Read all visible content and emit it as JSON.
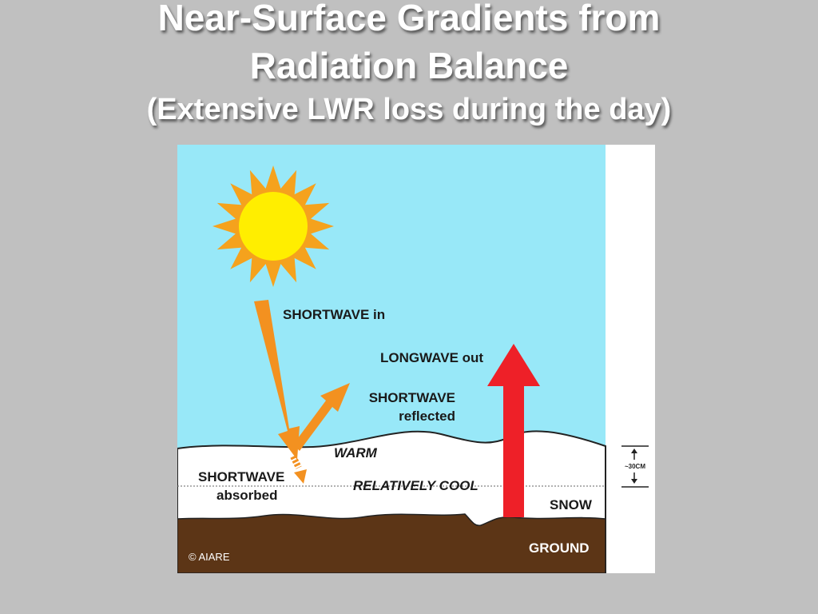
{
  "slide": {
    "title_line1": "Near-Surface Gradients from",
    "title_line2": "Radiation Balance",
    "subtitle": "(Extensive LWR loss during the day)"
  },
  "diagram": {
    "labels": {
      "shortwave_in": "SHORTWAVE in",
      "longwave_out": "LONGWAVE out",
      "shortwave_reflected_1": "SHORTWAVE",
      "shortwave_reflected_2": "reflected",
      "warm": "WARM",
      "shortwave_absorbed_1": "SHORTWAVE",
      "shortwave_absorbed_2": "absorbed",
      "relatively_cool": "RELATIVELY COOL",
      "snow": "SNOW",
      "ground": "GROUND",
      "copyright": "© AIARE",
      "depth_marker": "~30CM"
    },
    "colors": {
      "sky": "#98e8f8",
      "snow": "#ffffff",
      "ground": "#5c3516",
      "sun_core": "#ffee00",
      "sun_rays": "#f5a21d",
      "shortwave_arrow": "#f39120",
      "longwave_arrow": "#ee2028",
      "label_text": "#1a1a1a",
      "ground_text": "#ffffff"
    },
    "icons": {
      "sun": "sun-icon",
      "up_arrow": "up-arrow-icon",
      "down_arrow": "down-arrow-icon"
    }
  }
}
